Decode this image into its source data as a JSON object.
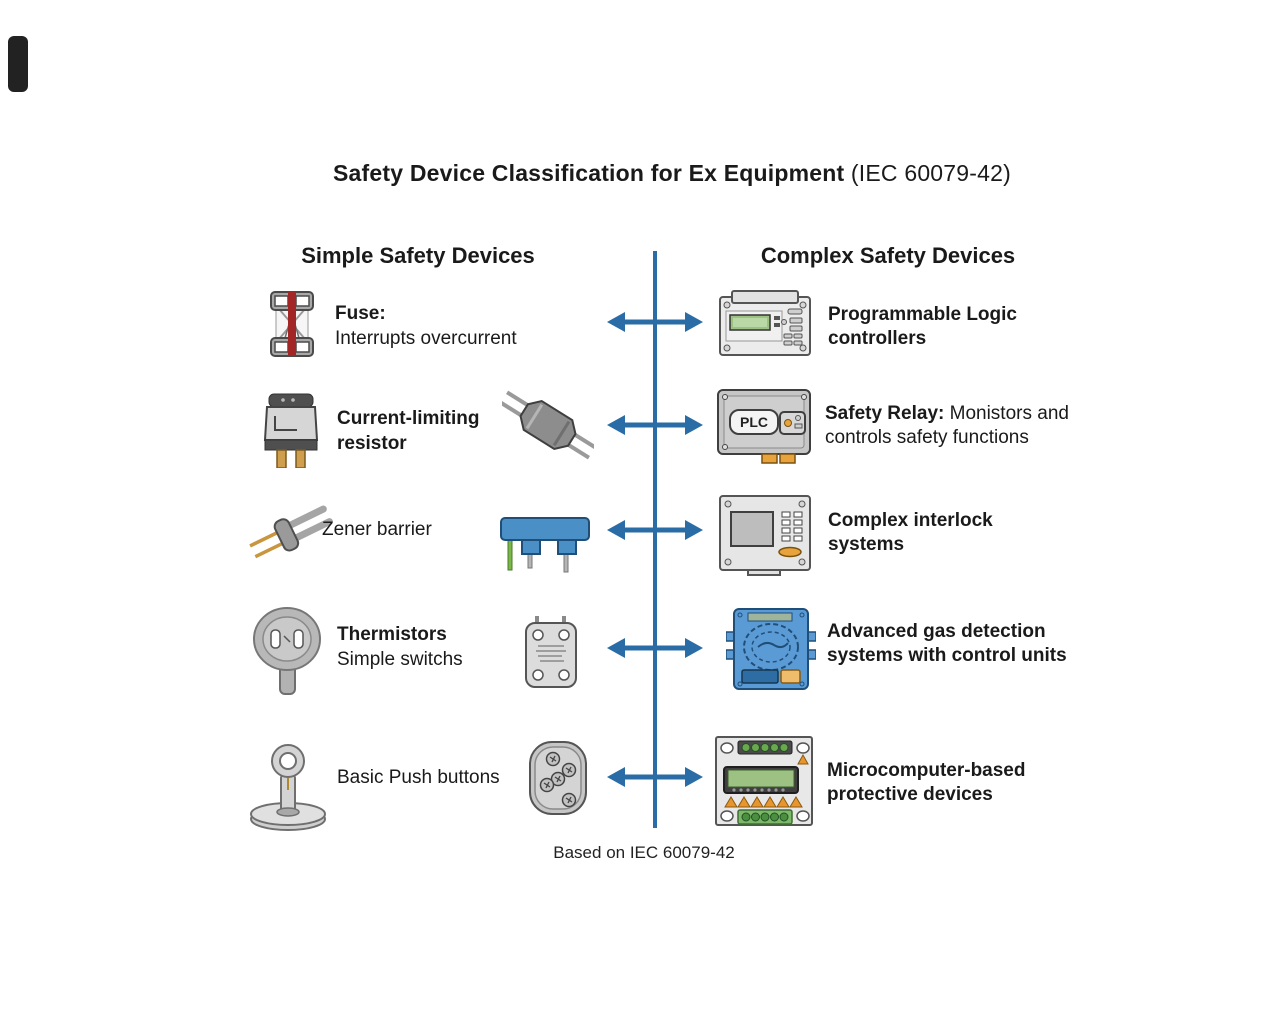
{
  "title": {
    "main": "Safety Device Classification for Ex Equipment",
    "suffix": " (IEC 60079-42)"
  },
  "columns": {
    "left": "Simple Safety Devices",
    "right": "Complex Safety Devices"
  },
  "rows": [
    {
      "left_title": "Fuse:",
      "left_desc": "Interrupts overcurrent",
      "right_text": "Programmable Logic controllers"
    },
    {
      "left_title": "Current-limiting resistor",
      "right_bold": "Safety Relay:",
      "right_rest": " Monistors and controls safety functions",
      "plc_label": "PLC"
    },
    {
      "left_desc": "Zener barrier",
      "right_text": "Complex interlock systems"
    },
    {
      "left_title": "Thermistors",
      "left_desc": "Simple switchs",
      "right_text": "Advanced gas detection systems with control units"
    },
    {
      "left_desc": "Basic Push buttons",
      "right_text": "Microcomputer-based protective devices"
    }
  ],
  "footer": "Based on IEC 60079-42",
  "colors": {
    "accent": "#2a6da6",
    "device_blue": "#5b9bd5",
    "lcd_green": "#9dc183",
    "orange": "#e8a33d",
    "fuse_red": "#a32626"
  },
  "icons": [
    "fuse-icon",
    "plc-controller-icon",
    "transistor-component-icon",
    "axial-resistor-icon",
    "safety-relay-icon",
    "zener-diode-icon",
    "zener-barrier-icon",
    "interlock-panel-icon",
    "thermistor-disc-icon",
    "switch-plate-icon",
    "gas-detector-icon",
    "push-button-key-icon",
    "push-button-cluster-icon",
    "protective-relay-icon",
    "double-arrow-icon"
  ]
}
